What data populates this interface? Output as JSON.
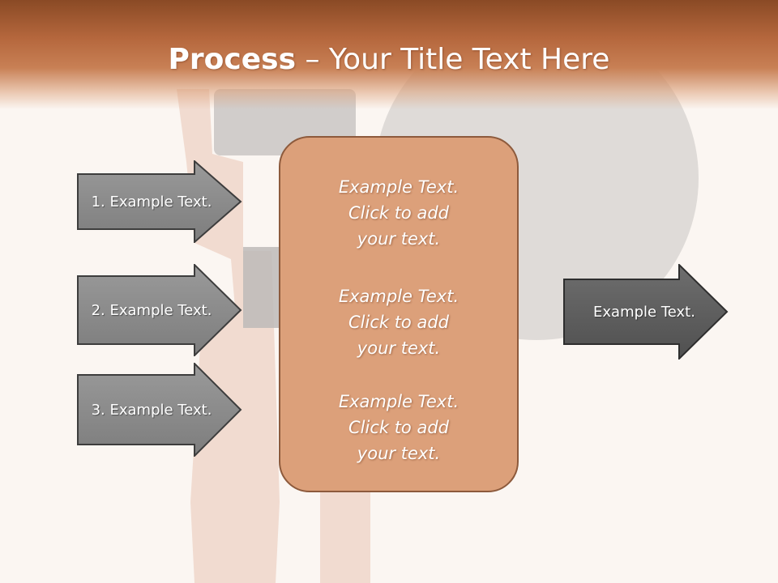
{
  "slide": {
    "title_bold": "Process",
    "title_rest": " – Your Title Text Here",
    "inputs": [
      {
        "label": "1. Example Text."
      },
      {
        "label": "2. Example Text."
      },
      {
        "label": "3. Example Text."
      }
    ],
    "center": {
      "paragraphs": [
        {
          "line1": "Example Text.",
          "line2": "Click  to add",
          "line3": "your text."
        },
        {
          "line1": "Example Text.",
          "line2": "Click  to add",
          "line3": "your text."
        },
        {
          "line1": "Example Text.",
          "line2": "Click  to add",
          "line3": "your text."
        }
      ]
    },
    "output": {
      "label": "Example Text."
    }
  },
  "colors": {
    "title_band": "#b5673d",
    "center_box": "#dca07a",
    "input_arrow": "#8c8c8c",
    "output_arrow": "#5f5f5f"
  }
}
